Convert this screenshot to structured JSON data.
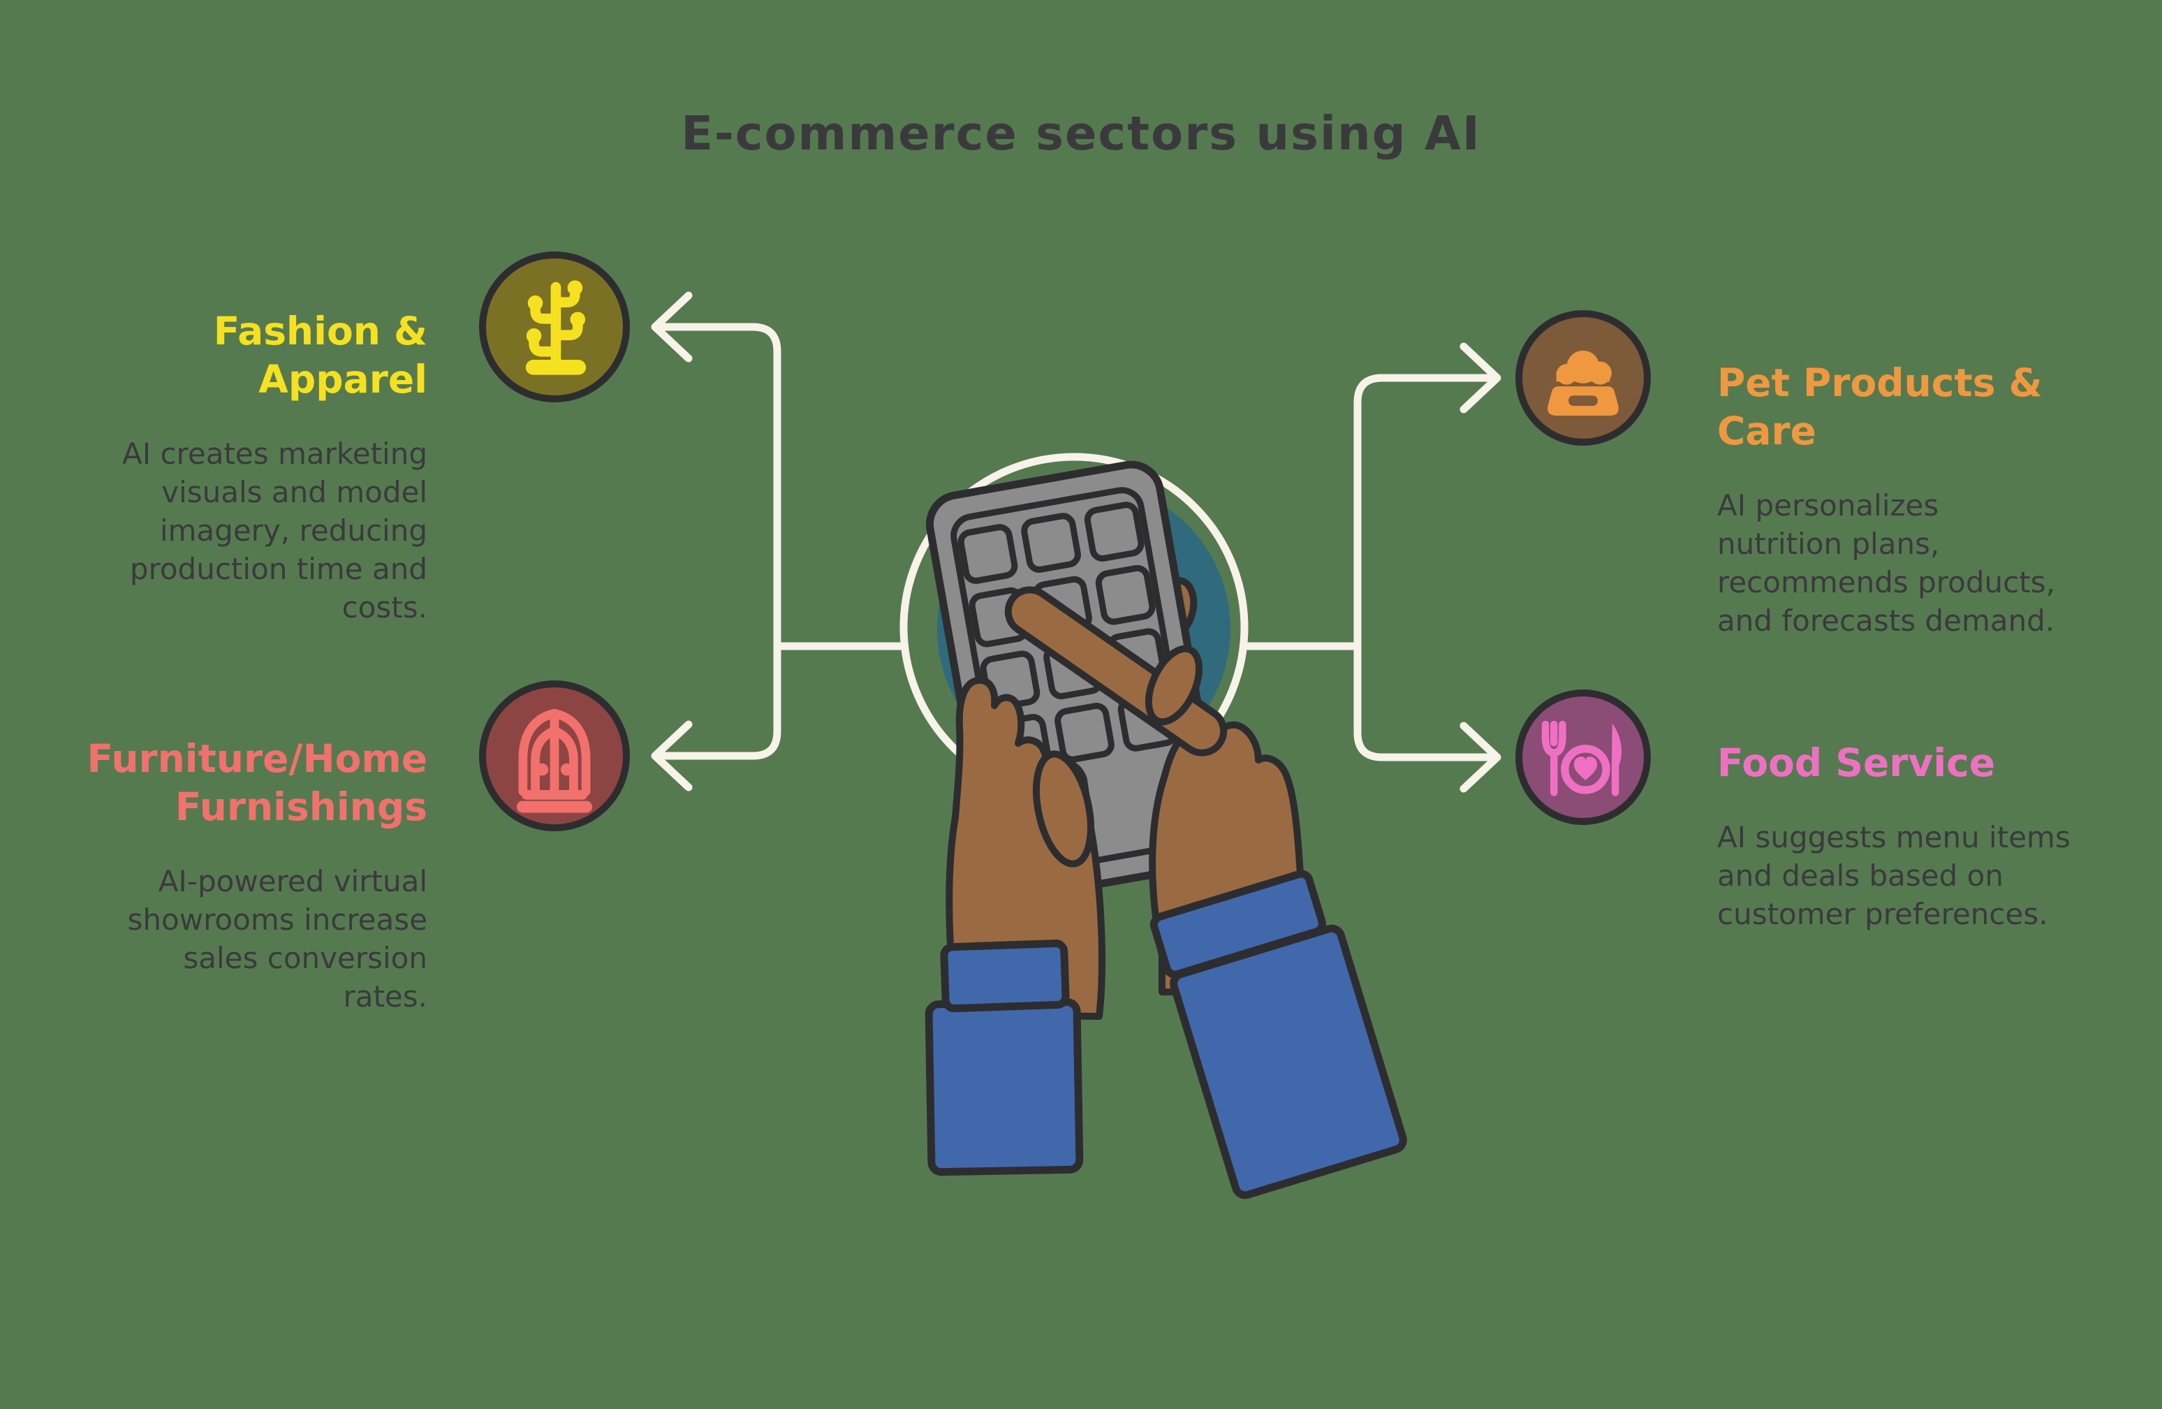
{
  "title": "E-commerce sectors using AI",
  "palette": {
    "bg": "#567a50",
    "ink": "#2d2d30",
    "text": "#3a3a3c",
    "cream": "#f7f3e8",
    "yellow": "#f6e120",
    "olive": "#7a7124",
    "salmon": "#f2716c",
    "brick": "#8d4544",
    "orange": "#f09840",
    "brown": "#7d5a3a",
    "pink": "#ef70c3",
    "plum": "#8b4c76",
    "teal": "#2f6b7c",
    "blue": "#4168ab",
    "skin": "#9a6b42",
    "gray": "#8c8c8c"
  },
  "sections": [
    {
      "id": "fashion",
      "label": "Fashion &\nApparel",
      "description": "AI creates marketing\nvisuals and model\nimagery, reducing\nproduction time and\ncosts.",
      "icon": "coat-rack-icon",
      "accent": "#f6e120",
      "badge_color": "#7a7124"
    },
    {
      "id": "furniture",
      "label": "Furniture/Home\nFurnishings",
      "description": "AI-powered virtual\nshowrooms increase\nsales conversion\nrates.",
      "icon": "wardrobe-icon",
      "accent": "#f2716c",
      "badge_color": "#8d4544"
    },
    {
      "id": "pet",
      "label": "Pet Products &\nCare",
      "description": "AI personalizes\nnutrition plans,\nrecommends products,\nand forecasts demand.",
      "icon": "pet-bowl-icon",
      "accent": "#f09840",
      "badge_color": "#7d5a3a"
    },
    {
      "id": "food",
      "label": "Food Service",
      "description": "AI suggests menu items\nand deals based on\ncustomer preferences.",
      "icon": "cutlery-icon",
      "accent": "#ef70c3",
      "badge_color": "#8b4c76"
    }
  ],
  "illustration": {
    "name": "hands-using-smartphone"
  }
}
